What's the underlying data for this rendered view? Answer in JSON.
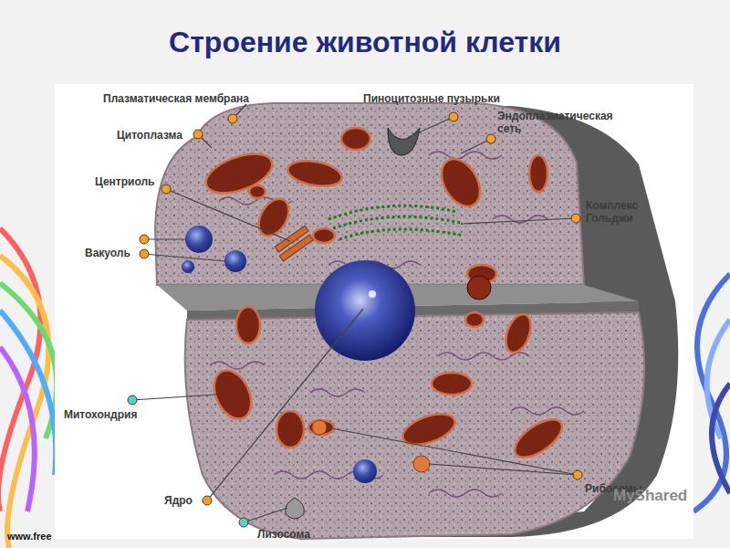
{
  "diagram": {
    "title": "Строение животной клетки",
    "labels": [
      "Плазматическая мембрана",
      "Пиноцитозные пузырьки",
      "Цитоплазма",
      "Эндоплазматическая сеть",
      "Центриоль",
      "Комплекс Гольджи",
      "Вакуоль",
      "Митохондрия",
      "Ядро",
      "Рибосомы",
      "Лизосома",
      "www.free",
      "MyShared"
    ]
  }
}
